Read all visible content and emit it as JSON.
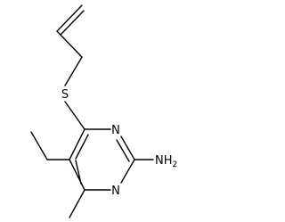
{
  "molecule": {
    "atom_labels": {
      "sulfur": "S",
      "ring_nitrogen_upper": "N",
      "ring_nitrogen_lower": "N",
      "amine": "NH",
      "amine_subscript": "2"
    }
  }
}
